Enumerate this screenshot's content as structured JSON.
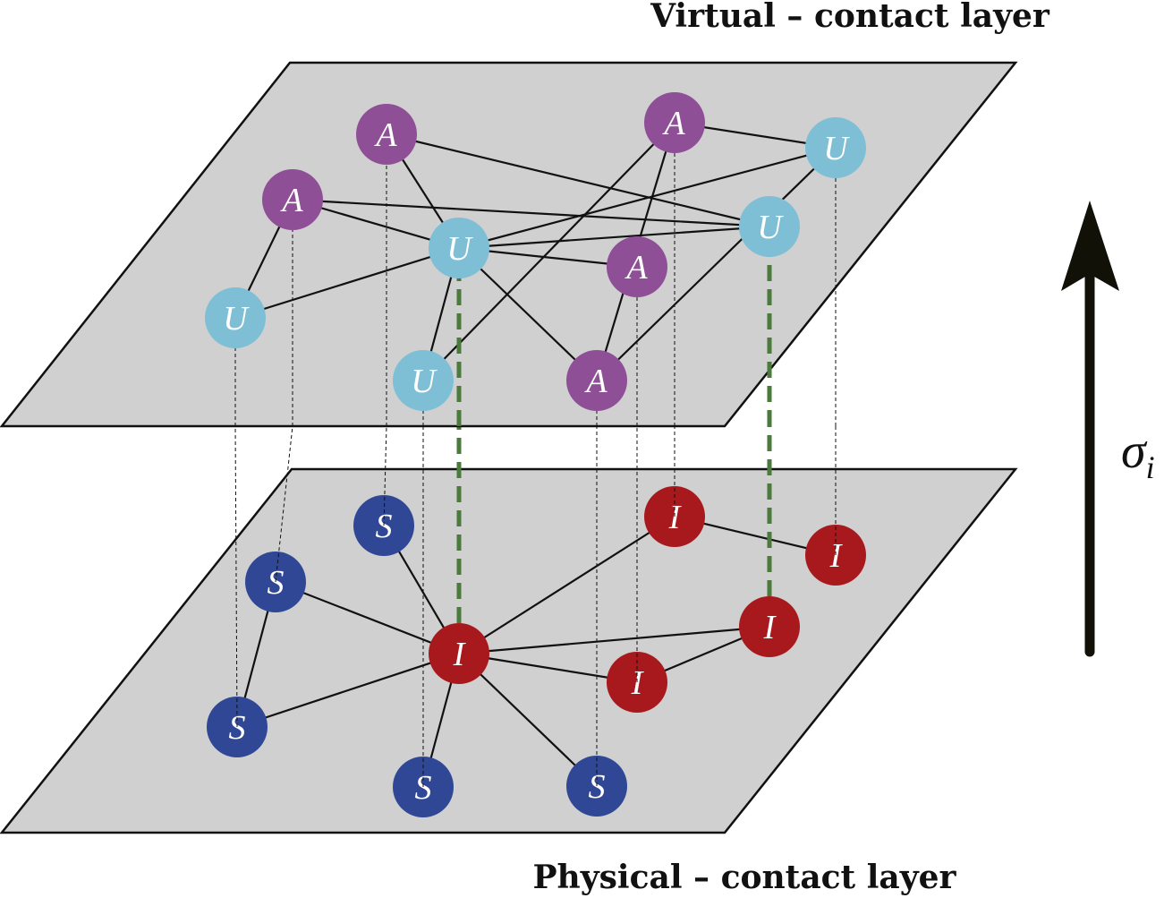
{
  "titles": {
    "virtual": "Virtual – contact layer",
    "physical": "Physical – contact layer"
  },
  "arrow": {
    "label_base": "σ",
    "label_sub": "i"
  },
  "colors": {
    "A": "#8e4f96",
    "U": "#7fbfd5",
    "S": "#2f4795",
    "I": "#a8191d",
    "plane": "#d0d0d0",
    "coupling": "#4a7a3c",
    "arrow": "#111108"
  },
  "virtual_nodes": [
    {
      "id": "v1",
      "state": "A"
    },
    {
      "id": "v2",
      "state": "U"
    },
    {
      "id": "v3",
      "state": "A"
    },
    {
      "id": "v4",
      "state": "A"
    },
    {
      "id": "v5",
      "state": "U"
    },
    {
      "id": "v6",
      "state": "U"
    },
    {
      "id": "v7",
      "state": "A"
    },
    {
      "id": "v8",
      "state": "U"
    },
    {
      "id": "v9",
      "state": "A"
    },
    {
      "id": "v10",
      "state": "U"
    }
  ],
  "physical_nodes": [
    {
      "id": "p1",
      "state": "S"
    },
    {
      "id": "p2",
      "state": "S"
    },
    {
      "id": "p3",
      "state": "S"
    },
    {
      "id": "p4",
      "state": "I"
    },
    {
      "id": "p5",
      "state": "I"
    },
    {
      "id": "p6",
      "state": "I"
    },
    {
      "id": "p7",
      "state": "I"
    },
    {
      "id": "p8",
      "state": "S"
    },
    {
      "id": "p9",
      "state": "I"
    },
    {
      "id": "p10",
      "state": "S"
    }
  ],
  "virtual_edges": [
    [
      "v1",
      "v5"
    ],
    [
      "v1",
      "v8"
    ],
    [
      "v2",
      "v3"
    ],
    [
      "v2",
      "v5"
    ],
    [
      "v3",
      "v5"
    ],
    [
      "v3",
      "v8"
    ],
    [
      "v4",
      "v6"
    ],
    [
      "v4",
      "v9"
    ],
    [
      "v4",
      "v10"
    ],
    [
      "v5",
      "v6"
    ],
    [
      "v5",
      "v7"
    ],
    [
      "v5",
      "v8"
    ],
    [
      "v5",
      "v9"
    ],
    [
      "v5",
      "v10"
    ],
    [
      "v6",
      "v9"
    ]
  ],
  "physical_edges": [
    [
      "p1",
      "p5"
    ],
    [
      "p2",
      "p3"
    ],
    [
      "p2",
      "p5"
    ],
    [
      "p3",
      "p5"
    ],
    [
      "p4",
      "p5"
    ],
    [
      "p4",
      "p6"
    ],
    [
      "p5",
      "p7"
    ],
    [
      "p5",
      "p8"
    ],
    [
      "p5",
      "p9"
    ],
    [
      "p5",
      "p10"
    ],
    [
      "p7",
      "p9"
    ]
  ],
  "projections": [
    [
      "v1",
      "p1"
    ],
    [
      "v2",
      "p2"
    ],
    [
      "v3",
      "p3"
    ],
    [
      "v4",
      "p4"
    ],
    [
      "v5",
      "p5"
    ],
    [
      "v6",
      "p6"
    ],
    [
      "v7",
      "p7"
    ],
    [
      "v8",
      "p9"
    ],
    [
      "v9",
      "p10"
    ],
    [
      "v10",
      "p8"
    ]
  ],
  "coupled": [
    "v5",
    "v8"
  ]
}
